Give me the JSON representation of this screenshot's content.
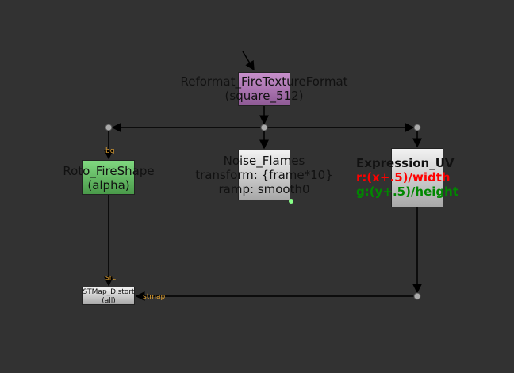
{
  "nodes": {
    "reformat": {
      "name": "Reformat_FireTextureFormat",
      "sub": "(square_512)",
      "color": "#b07ab8"
    },
    "roto": {
      "name": "Roto_FireShape",
      "sub": "(alpha)",
      "input": "bg",
      "color": "#66bb66"
    },
    "noise": {
      "name": "Noise_Flames",
      "line1": "transform: {frame*10}",
      "line2": "ramp: smooth0"
    },
    "expression": {
      "name": "Expression_UV",
      "r": "r:(x+.5)/width",
      "g": "g:(y+.5)/height",
      "r_color": "#ff0000",
      "g_color": "#008800"
    },
    "stmap": {
      "name": "STMap_Distort",
      "sub": "(all)",
      "input_src": "src",
      "input_stmap": "stmap"
    }
  }
}
